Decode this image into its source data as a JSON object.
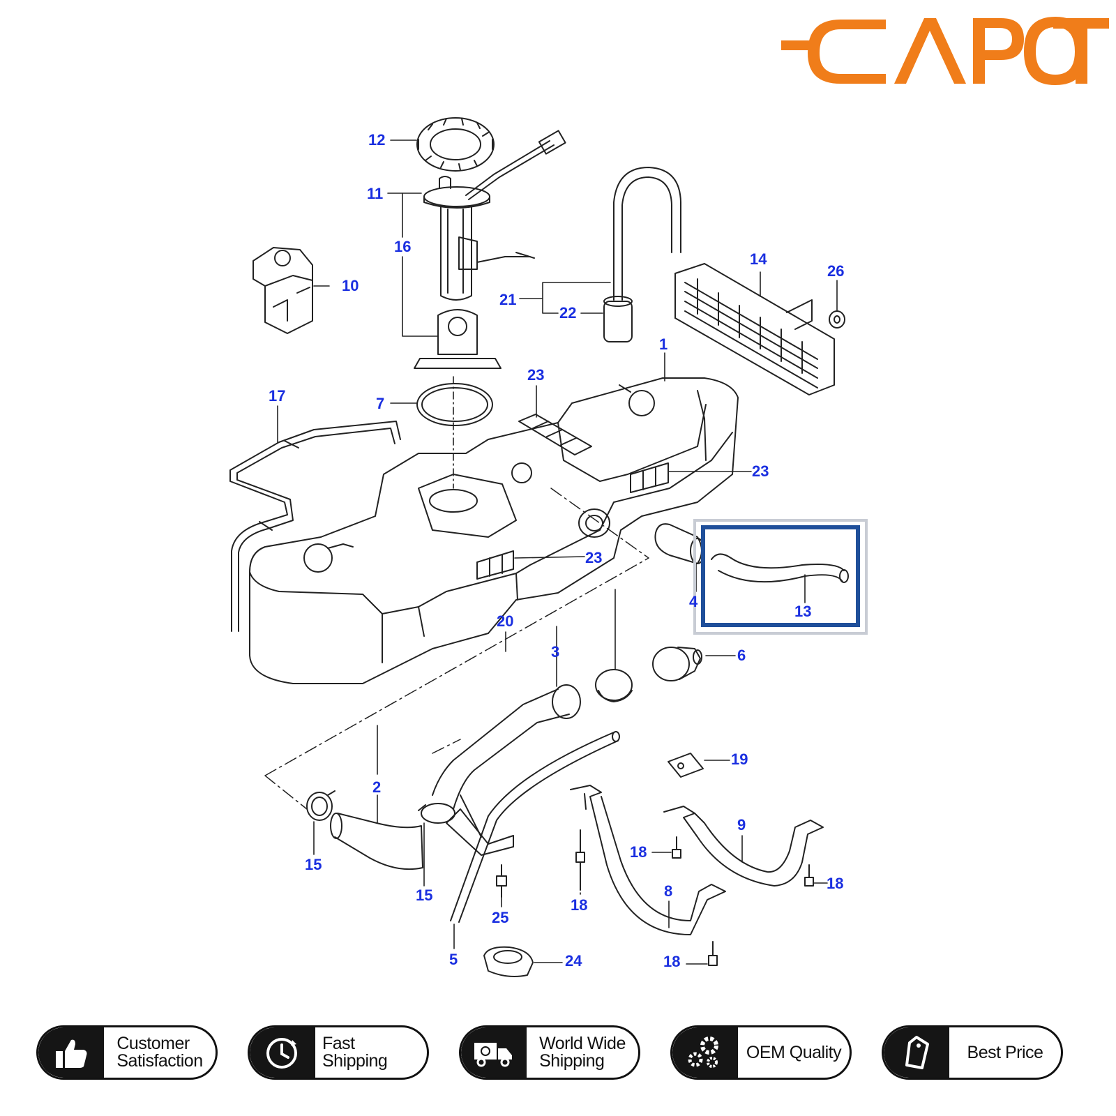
{
  "brand": {
    "name": "CAPOT",
    "color": "#f07d1a"
  },
  "callouts": [
    {
      "id": "c12",
      "text": "12"
    },
    {
      "id": "c11",
      "text": "11"
    },
    {
      "id": "c16",
      "text": "16"
    },
    {
      "id": "c10",
      "text": "10"
    },
    {
      "id": "c14",
      "text": "14"
    },
    {
      "id": "c26",
      "text": "26"
    },
    {
      "id": "c21",
      "text": "21"
    },
    {
      "id": "c22",
      "text": "22"
    },
    {
      "id": "c1",
      "text": "1"
    },
    {
      "id": "c23a",
      "text": "23"
    },
    {
      "id": "c23b",
      "text": "23"
    },
    {
      "id": "c23c",
      "text": "23"
    },
    {
      "id": "c17",
      "text": "17"
    },
    {
      "id": "c7",
      "text": "7"
    },
    {
      "id": "c4",
      "text": "4"
    },
    {
      "id": "c13",
      "text": "13"
    },
    {
      "id": "c20",
      "text": "20"
    },
    {
      "id": "c3",
      "text": "3"
    },
    {
      "id": "c6",
      "text": "6"
    },
    {
      "id": "c19",
      "text": "19"
    },
    {
      "id": "c9",
      "text": "9"
    },
    {
      "id": "c2",
      "text": "2"
    },
    {
      "id": "c15a",
      "text": "15"
    },
    {
      "id": "c15b",
      "text": "15"
    },
    {
      "id": "c18a",
      "text": "18"
    },
    {
      "id": "c18b",
      "text": "18"
    },
    {
      "id": "c18c",
      "text": "18"
    },
    {
      "id": "c18d",
      "text": "18"
    },
    {
      "id": "c8",
      "text": "8"
    },
    {
      "id": "c25",
      "text": "25"
    },
    {
      "id": "c5",
      "text": "5"
    },
    {
      "id": "c24",
      "text": "24"
    }
  ],
  "highlight": {
    "part": "13",
    "color": "#1f4f9a"
  },
  "badges": [
    {
      "icon": "thumbs-up-icon",
      "lines": [
        "Customer",
        "Satisfaction"
      ]
    },
    {
      "icon": "clock-icon",
      "lines": [
        "Fast Shipping"
      ]
    },
    {
      "icon": "truck-icon",
      "lines": [
        "World Wide",
        "Shipping"
      ]
    },
    {
      "icon": "gears-icon",
      "lines": [
        "OEM Quality"
      ]
    },
    {
      "icon": "price-tag-icon",
      "lines": [
        "Best Price"
      ]
    }
  ],
  "colors": {
    "callout": "#1a2fe0",
    "line": "#222222",
    "badge_dark": "#151515"
  }
}
